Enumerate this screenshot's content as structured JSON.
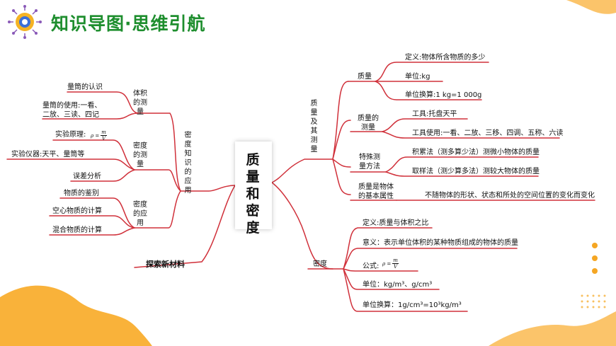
{
  "header": {
    "title": "知识导图·思维引航",
    "colors": {
      "title": "#1e8e2e",
      "line": "#d0303a",
      "accent": "#f7a623"
    }
  },
  "center": {
    "title": "质量和密度"
  },
  "right": {
    "mass": {
      "label": "质量及其测量",
      "mass_node": {
        "label": "质量",
        "items": [
          "定义:物体所含物质的多少",
          "单位:kg",
          "单位换算:1 kg=1 000g"
        ]
      },
      "measure": {
        "label": "质量的\n测量",
        "items": [
          "工具:托盘天平",
          "工具使用:一看、二放、三移、四调、五称、六读"
        ]
      },
      "special": {
        "label": "特殊测\n量方法",
        "items": [
          "积累法（测多算少法）测微小物体的质量",
          "取样法（测少算多法）测较大物体的质量"
        ]
      },
      "attribute": {
        "label": "质量是物体\n的基本属性",
        "text": "不随物体的形状、状态和所处的空间位置的变化而变化"
      }
    },
    "density": {
      "label": "密度",
      "items": [
        "定义:质量与体积之比",
        "意义：表示单位体积的某种物质组成的物体的质量",
        "公式:",
        "单位：kg/m³、g/cm³",
        "单位换算：1g/cm³=10³kg/m³"
      ],
      "formula": {
        "lhs": "ρ =",
        "num": "m",
        "den": "V"
      }
    }
  },
  "left": {
    "application": {
      "label": "密度知识的应用"
    },
    "volume": {
      "label": "体积\n的测\n量",
      "items": [
        "量筒的认识",
        "量筒的使用:一看、\n二放、三读、四记"
      ]
    },
    "density_measure": {
      "label": "密度\n的测\n量",
      "items": [
        "实验原理:",
        "实验仪器:天平、量筒等",
        "误差分析"
      ],
      "formula": {
        "lhs": "ρ =",
        "num": "m",
        "den": "V"
      }
    },
    "density_apply": {
      "label": "密度\n的应\n用",
      "items": [
        "物质的鉴别",
        "空心物质的计算",
        "混合物质的计算"
      ]
    },
    "explore": {
      "label": "探索新材料"
    }
  }
}
